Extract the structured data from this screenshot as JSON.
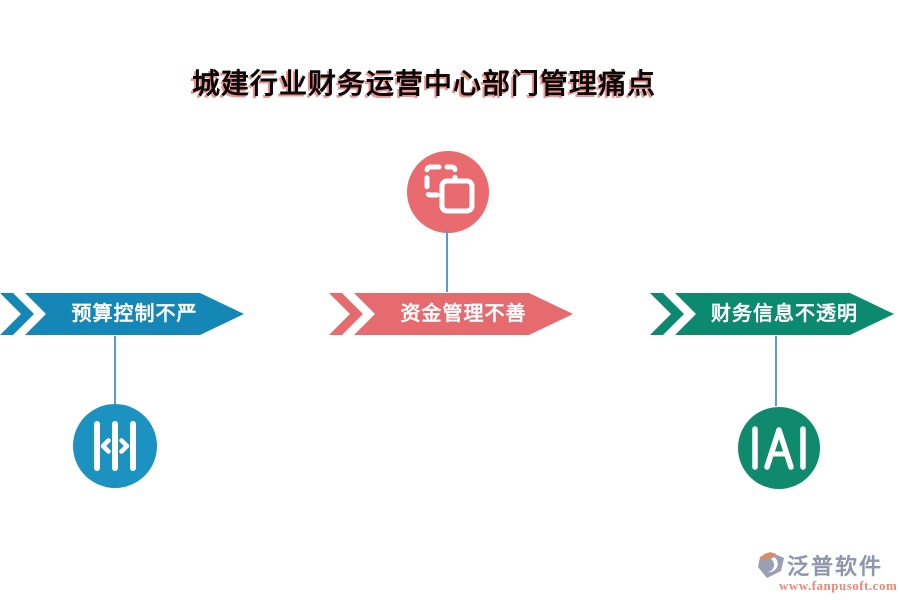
{
  "title": {
    "text": "城建行业财务运营中心部门管理痛点"
  },
  "items": [
    {
      "label": "预算控制不严",
      "banner_color": "#1487b6",
      "circle_color": "#1b92c0",
      "icon": "split-bars-icon"
    },
    {
      "label": "资金管理不善",
      "banner_color": "#e56b6e",
      "circle_color": "#e96a6f",
      "icon": "copy-squares-icon"
    },
    {
      "label": "财务信息不透明",
      "banner_color": "#0c8a70",
      "circle_color": "#0f8a6d",
      "icon": "a-between-bars-icon"
    }
  ],
  "colors": {
    "connector": "#5b9bd5",
    "title_text": "#0a0a0a",
    "title_shadow": "#e43a3a",
    "banner_text": "#ffffff"
  },
  "watermark": {
    "brand": "泛普软件",
    "url": "www.fanpusoft.com",
    "brand_color": "#8e95ae",
    "url_color": "#e8897b",
    "logo_icon": "fanpu-swirl-logo-icon"
  }
}
